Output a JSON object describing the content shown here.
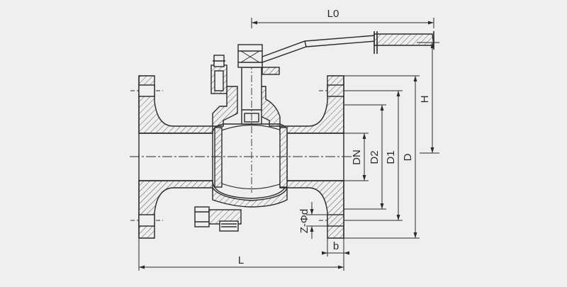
{
  "colors": {
    "background": "#efefef",
    "line": "#2a2a2a",
    "hatch": "#555555"
  },
  "labels": {
    "L0": "L0",
    "H": "H",
    "DN": "DN",
    "D2": "D2",
    "D1": "D1",
    "D": "D",
    "Zd": "Z-Φd",
    "b": "b",
    "L": "L"
  }
}
